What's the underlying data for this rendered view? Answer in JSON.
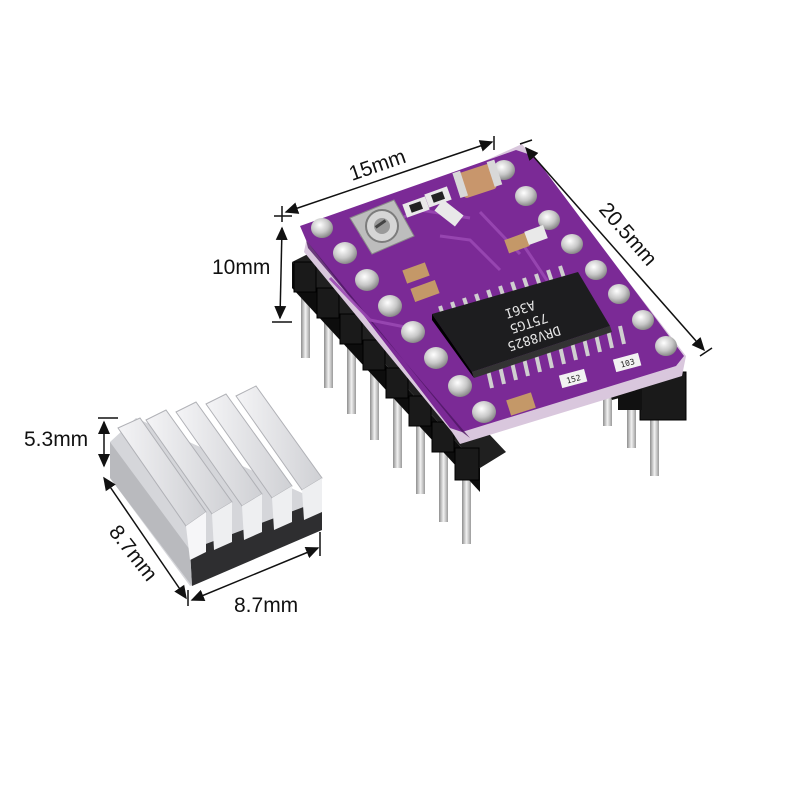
{
  "colors": {
    "pcb": "#7b2a96",
    "pcb_dark": "#4e1763",
    "chip": "#1d1d1f",
    "header": "#141414",
    "pin": "#c9c9c9",
    "heatsink": "#e4e4e6",
    "dimension_line": "#111111"
  },
  "labels": {
    "board_width": "15mm",
    "board_length": "20.5mm",
    "pin_length": "10mm",
    "heatsink_height": "5.3mm",
    "heatsink_depth": "8.7mm",
    "heatsink_width": "8.7mm"
  },
  "chip_marking": {
    "line1": "DRV8825",
    "line2": "75TG5",
    "line3": "A36I"
  },
  "component_codes": {
    "resistor_a": "152",
    "resistor_b": "103"
  },
  "icons": {
    "potentiometer": "potentiometer-icon"
  }
}
